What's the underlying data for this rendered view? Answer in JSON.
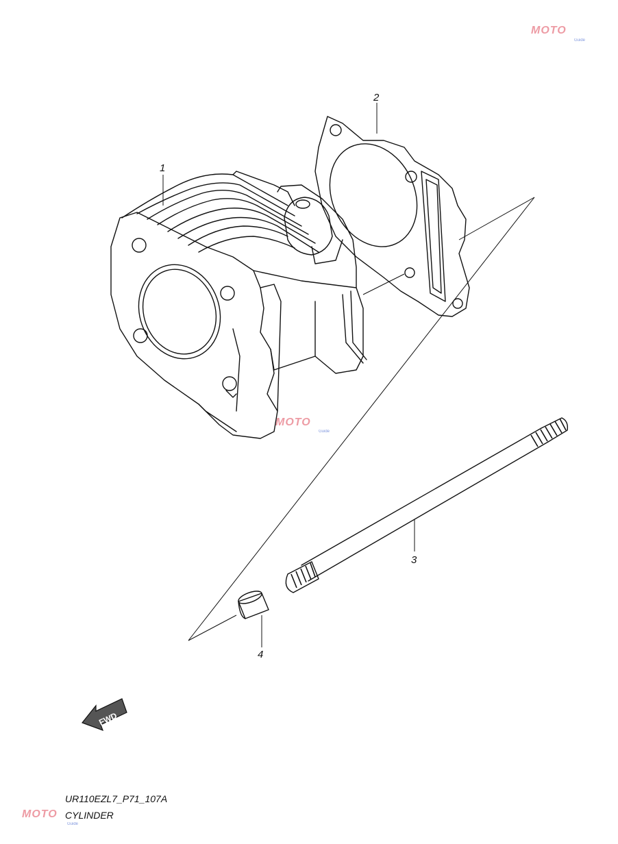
{
  "callouts": [
    {
      "number": "1",
      "part": "cylinder"
    },
    {
      "number": "2",
      "part": "gasket"
    },
    {
      "number": "3",
      "part": "stud-bolt"
    },
    {
      "number": "4",
      "part": "dowel-pin"
    }
  ],
  "fwd_label": "FWD",
  "footer": {
    "code": "UR110EZL7_P71_107A",
    "title": "CYLINDER"
  },
  "watermark": {
    "brand": "MOTO",
    "sub": "Guide"
  }
}
